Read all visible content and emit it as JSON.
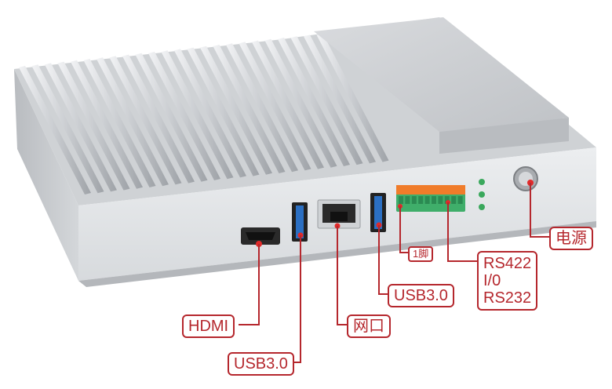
{
  "labels": {
    "power": "电源",
    "hdmi": "HDMI",
    "usb_left": "USB3.0",
    "usb_right": "USB3.0",
    "ethernet": "网口",
    "pin1": "1脚",
    "serial": "RS422\nI/0\nRS232"
  },
  "colors": {
    "label_red": "#b5272d",
    "chassis": "#c9ccd0",
    "usb_blue": "#2b6fc2",
    "terminal_green": "#3fae6a",
    "terminal_orange": "#f07c2a"
  }
}
